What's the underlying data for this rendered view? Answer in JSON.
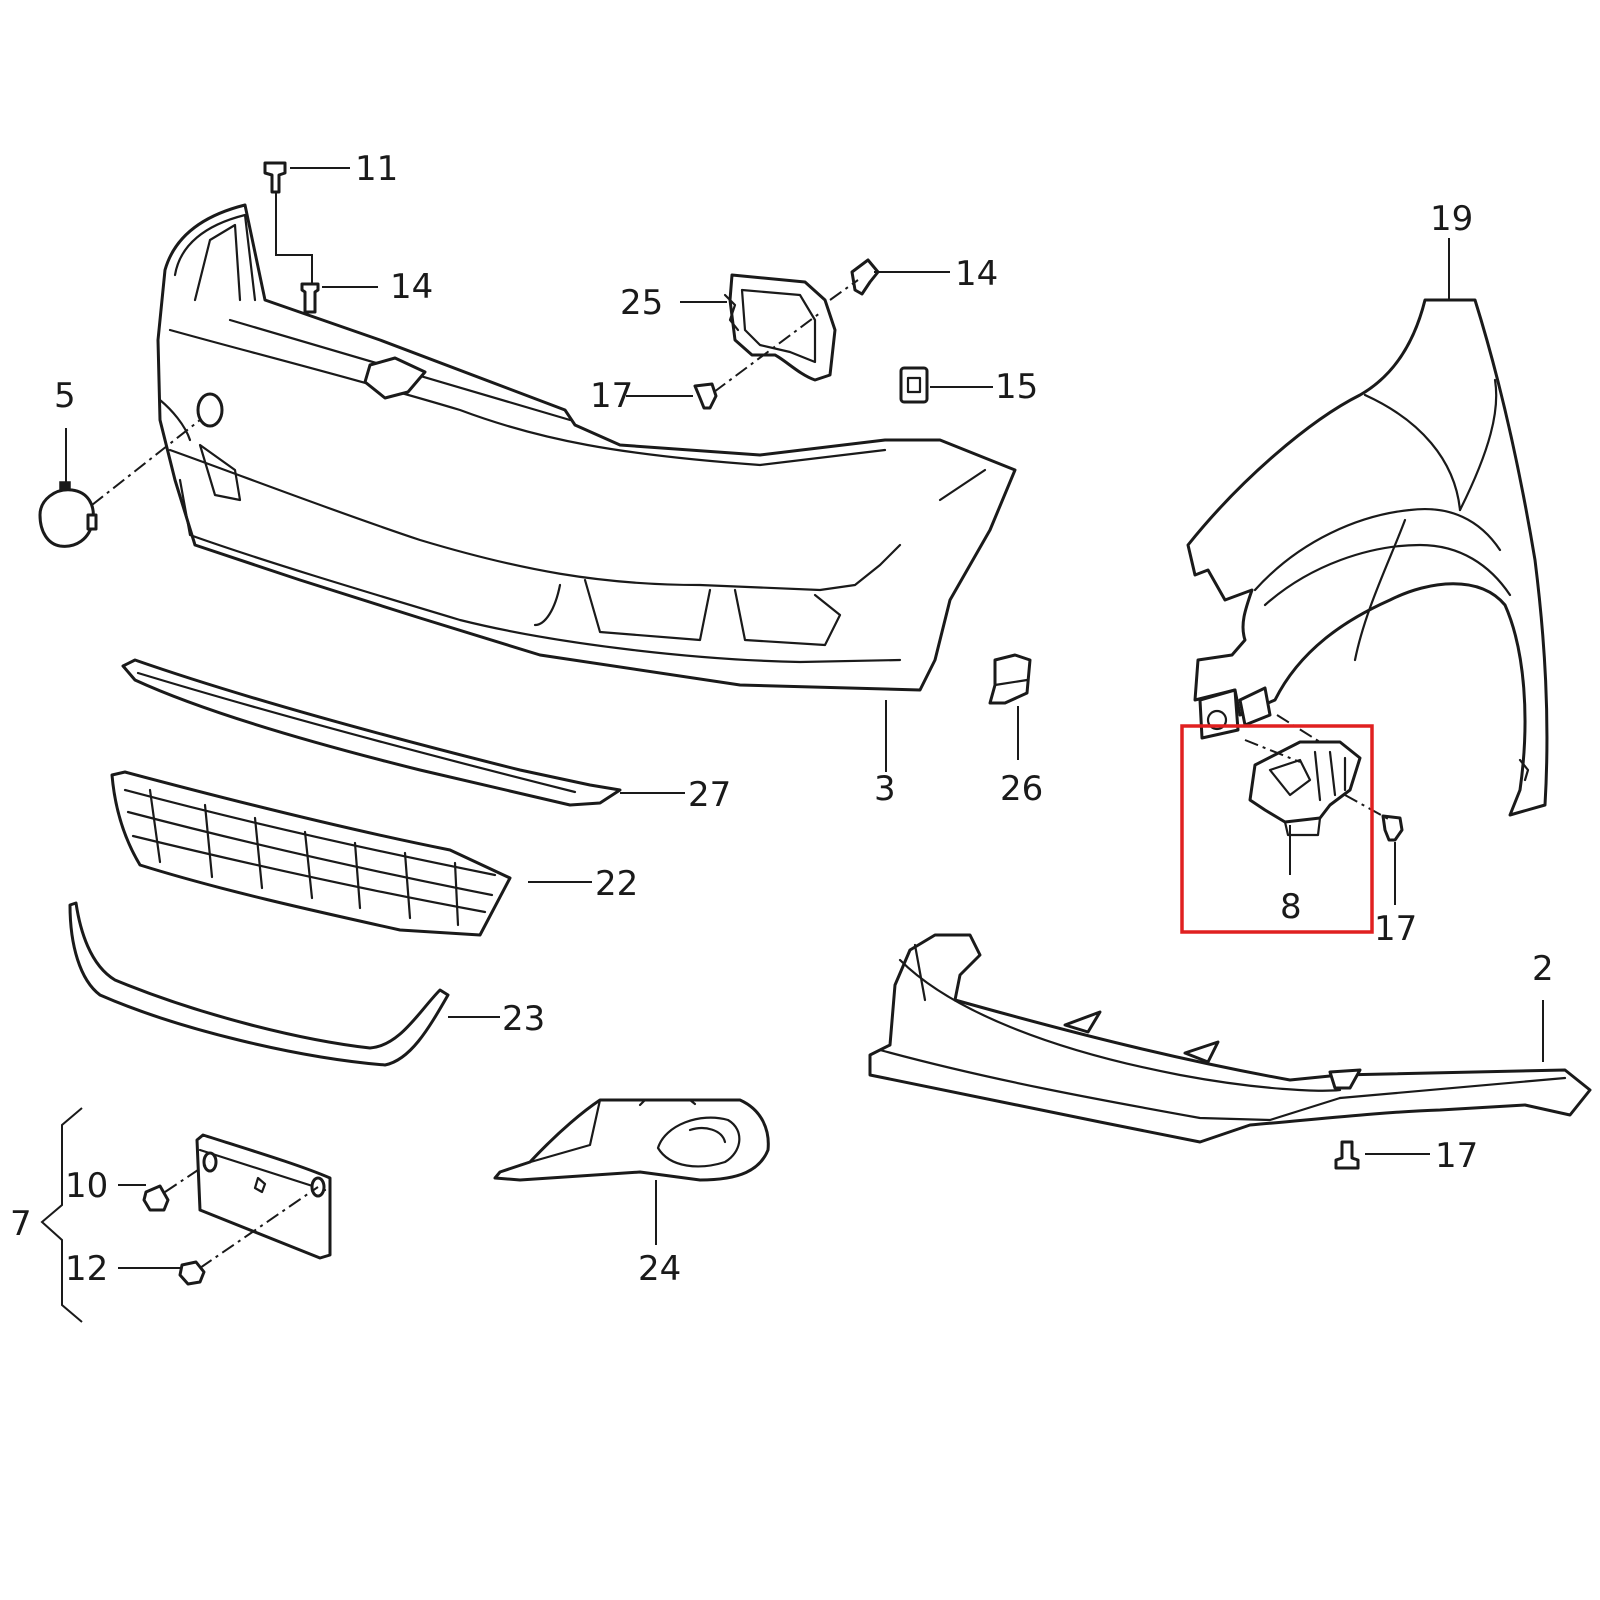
{
  "callouts": {
    "p2": "2",
    "p3": "3",
    "p5": "5",
    "p7": "7",
    "p8": "8",
    "p10": "10",
    "p11": "11",
    "p12": "12",
    "p14a": "14",
    "p14b": "14",
    "p15": "15",
    "p17a": "17",
    "p17b": "17",
    "p17c": "17",
    "p19": "19",
    "p22": "22",
    "p23": "23",
    "p24": "24",
    "p25": "25",
    "p26": "26",
    "p27": "27"
  },
  "highlight": {
    "target": "8",
    "color": "#e02020"
  }
}
